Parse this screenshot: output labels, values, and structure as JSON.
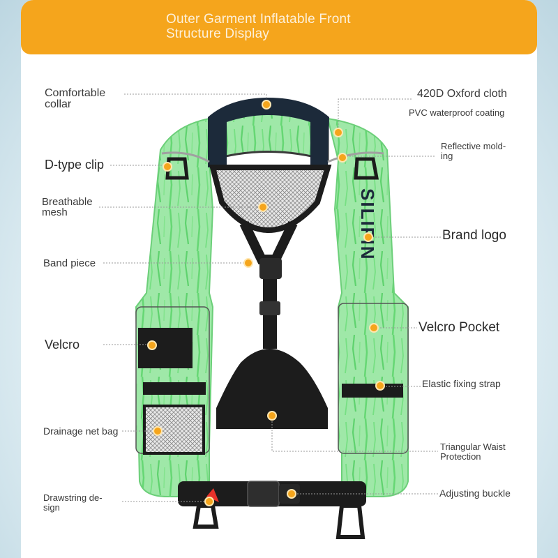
{
  "title": "Outer Garment Inflatable Front\nStructure Display",
  "brand_logo_text": "SILIFIN",
  "colors": {
    "banner": "#f5a51c",
    "vest": "#8ee39a",
    "marker": "#f5a51c",
    "strap": "#1c1c1c"
  },
  "labels": {
    "comfortable_collar": "Comfortable\ncollar",
    "oxford_cloth": "420D Oxford cloth",
    "pvc_coating": "PVC waterproof coating",
    "d_type_clip": "D-type clip",
    "reflective_molding": "Reflective mold-\ning",
    "breathable_mesh": "Breathable\nmesh",
    "brand_logo": "Brand logo",
    "band_piece": "Band piece",
    "velcro_pocket": "Velcro Pocket",
    "velcro": "Velcro",
    "elastic_strap": "Elastic fixing strap",
    "drainage_net_bag": "Drainage net bag",
    "triangular_waist": "Triangular Waist\nProtection",
    "drawstring_design": "Drawstring de-\nsign",
    "adjusting_buckle": "Adjusting buckle"
  }
}
